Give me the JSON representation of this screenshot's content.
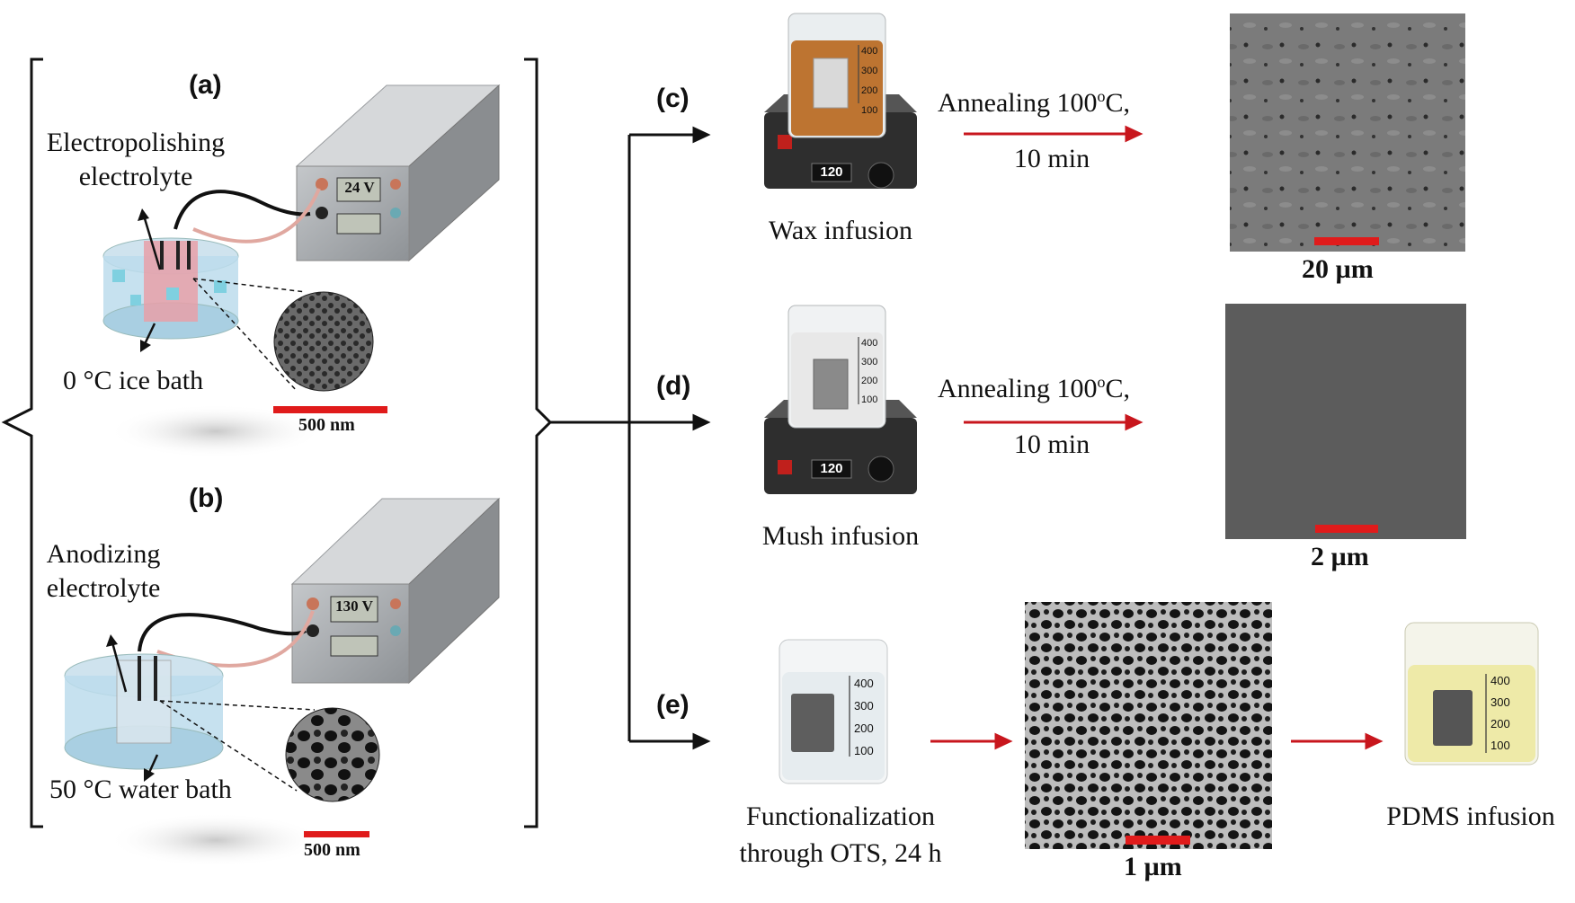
{
  "panels": {
    "a": {
      "label": "(a)",
      "electrolyte_line1": "Electropolishing",
      "electrolyte_line2": "electrolyte",
      "bath": "0 °C ice bath",
      "display": "24 V",
      "scale": "500 nm"
    },
    "b": {
      "label": "(b)",
      "electrolyte_line1": "Anodizing",
      "electrolyte_line2": "electrolyte",
      "bath": "50 °C water bath",
      "display": "130 V",
      "scale": "500 nm"
    },
    "c": {
      "label": "(c)",
      "infusion": "Wax infusion",
      "anneal_prefix": "Annealing 100",
      "anneal_sup": "o",
      "anneal_suffix": "C,",
      "time": "10 min",
      "hotplate": "120",
      "scale": "20 µm"
    },
    "d": {
      "label": "(d)",
      "infusion": "Mush infusion",
      "anneal_prefix": "Annealing 100",
      "anneal_sup": "o",
      "anneal_suffix": "C,",
      "time": "10 min",
      "hotplate": "120",
      "scale": "2 µm"
    },
    "e": {
      "label": "(e)",
      "func_line1": "Functionalization",
      "func_line2": "through OTS, 24 h",
      "scale": "1 µm",
      "pdms": "PDMS infusion"
    }
  },
  "beaker_ticks": [
    "400",
    "300",
    "200",
    "100"
  ],
  "colors": {
    "arrow_red": "#c8161d",
    "scale_bar": "#e01b1b",
    "wax": "#b8661c",
    "mush": "#e8e8e8",
    "pdms": "#eeeaa8",
    "sem_gray": "#5c5c5c"
  }
}
